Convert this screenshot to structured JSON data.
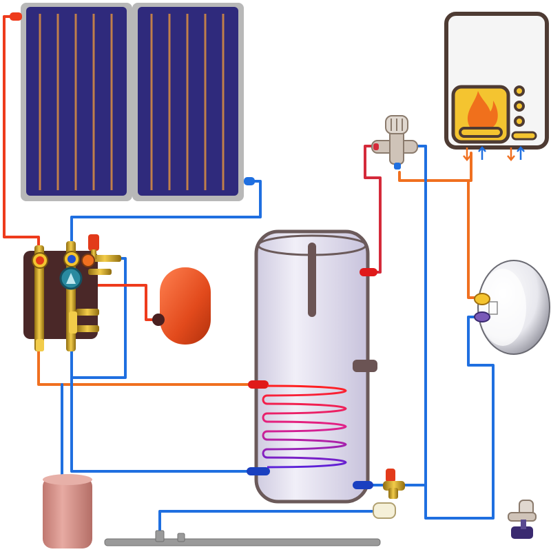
{
  "diagram": {
    "type": "solar-water-heating-schematic",
    "components": [
      {
        "id": "solar-collector-left",
        "icon": "solar-panel-icon"
      },
      {
        "id": "solar-collector-right",
        "icon": "solar-panel-icon"
      },
      {
        "id": "pump-station",
        "icon": "pump-station-icon"
      },
      {
        "id": "expansion-vessel-solar",
        "icon": "expansion-vessel-icon"
      },
      {
        "id": "hot-water-storage-tank",
        "icon": "boiler-tank-icon"
      },
      {
        "id": "heat-exchanger-coil",
        "icon": "coil-icon"
      },
      {
        "id": "gas-boiler",
        "icon": "boiler-flame-icon"
      },
      {
        "id": "thermostatic-mixing-valve",
        "icon": "mixing-valve-icon"
      },
      {
        "id": "expansion-vessel-dhw",
        "icon": "expansion-vessel-icon"
      },
      {
        "id": "safety-valve-group",
        "icon": "safety-valve-icon"
      },
      {
        "id": "pressure-reducing-valve",
        "icon": "pressure-valve-icon"
      },
      {
        "id": "glycol-tank",
        "icon": "tank-icon"
      },
      {
        "id": "cold-water-inlet",
        "icon": "pipe-icon"
      }
    ],
    "colors": {
      "hot_pipe": "#ee3b1c",
      "warm_pipe": "#f07020",
      "cold_pipe": "#1f6fe0",
      "dhw_hot_pipe": "#d42a3a",
      "collector_fill": "#2f2a7c",
      "collector_frame": "#b8b8b8",
      "collector_stripe": "#c07f4a",
      "tank_fill": "#ebe8f5",
      "tank_outline": "#6b5a5a",
      "boiler_frame": "#4e3b33",
      "boiler_body": "#f5f5f5",
      "flame_box": "#f4c430",
      "flame": "#f0701c",
      "vessel_red": "#e85020",
      "glycol_tank": "#d28a80",
      "brass": "#c9a020",
      "pump_body": "#4a2828"
    }
  }
}
